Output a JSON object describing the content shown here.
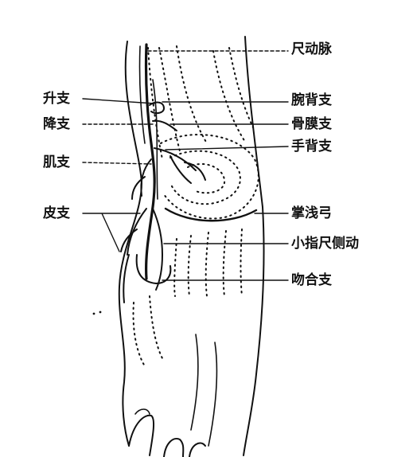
{
  "diagram": {
    "ink_color": "#111111",
    "background": "#ffffff",
    "labels_left": {
      "ascending_branch": "升支",
      "descending_branch": "降支",
      "muscular_branch": "肌支",
      "cutaneous_branch": "皮支"
    },
    "labels_right": {
      "ulnar_artery": "尺动脉",
      "dorsal_carpal_branch": "腕背支",
      "periosteal_branch": "骨膜支",
      "dorsal_hand_branch": "手背支",
      "superficial_palmar_arch": "掌浅弓",
      "ulnar_digital_artery_of_little_finger": "小指尺侧动",
      "anastomotic_branch": "吻合支"
    }
  }
}
